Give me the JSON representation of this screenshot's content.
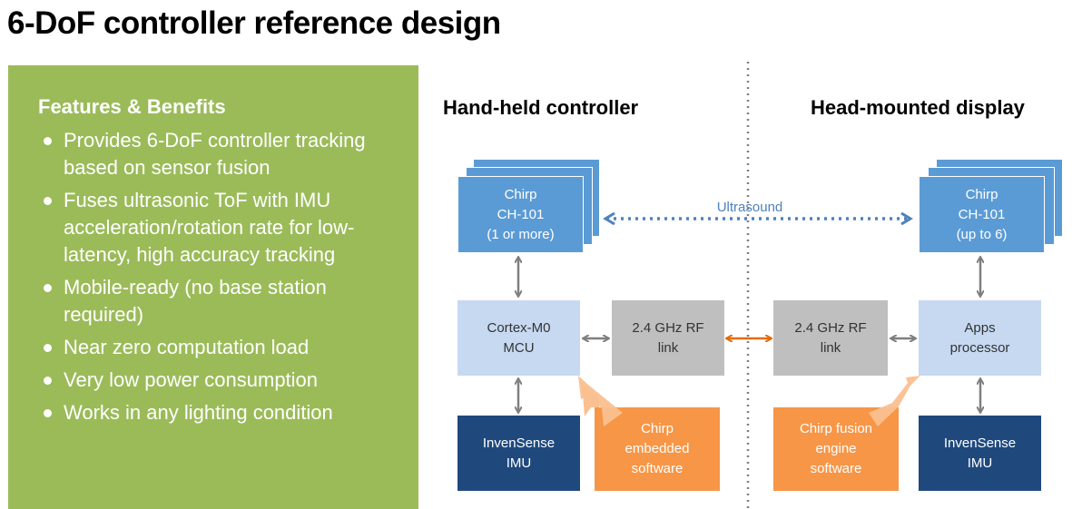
{
  "page": {
    "title": "6-DoF controller reference design"
  },
  "features": {
    "heading": "Features & Benefits",
    "items": [
      "Provides 6-DoF controller tracking based on sensor fusion",
      "Fuses ultrasonic ToF with IMU acceleration/rotation rate for low-latency, high accuracy tracking",
      "Mobile-ready (no base station required)",
      "Near zero computation load",
      "Very low power consumption",
      "Works in any lighting condition"
    ]
  },
  "diagram": {
    "left_title": "Hand-held controller",
    "right_title": "Head-mounted display",
    "ultrasound_label": "Ultrasound",
    "left": {
      "chirp": [
        "Chirp",
        "CH-101",
        "(1 or more)"
      ],
      "mcu": [
        "Cortex-M0",
        "MCU"
      ],
      "rf": [
        "2.4 GHz RF",
        "link"
      ],
      "imu": [
        "InvenSense",
        "IMU"
      ],
      "software": [
        "Chirp",
        "embedded",
        "software"
      ]
    },
    "right": {
      "chirp": [
        "Chirp",
        "CH-101",
        "(up to 6)"
      ],
      "processor": [
        "Apps",
        "processor"
      ],
      "rf": [
        "2.4 GHz RF",
        "link"
      ],
      "imu": [
        "InvenSense",
        "IMU"
      ],
      "software": [
        "Chirp fusion",
        "engine",
        "software"
      ]
    },
    "colors": {
      "features_bg": "#9bbb59",
      "chirp": "#5b9bd5",
      "processor": "#c6d9f1",
      "rf": "#bfbfbf",
      "imu": "#1f497d",
      "software": "#f79646",
      "arrow_gray": "#7f7f7f",
      "ultrasound": "#4f81bd",
      "rf_link": "#e36c09"
    }
  }
}
